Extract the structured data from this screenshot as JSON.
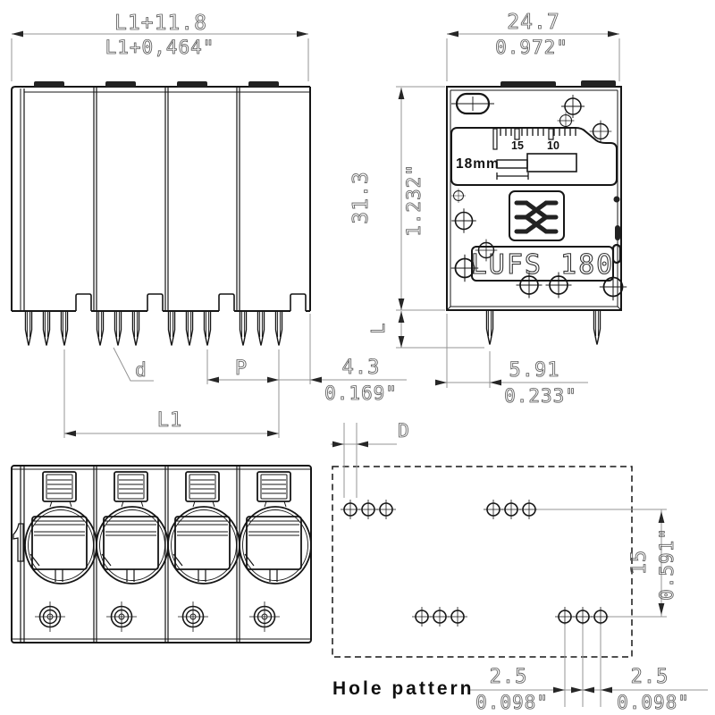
{
  "drawing": {
    "line_color": "#161616",
    "dim_color": "#949494",
    "background": "#ffffff"
  },
  "front": {
    "dim_overall_mm": "L1+11.8",
    "dim_overall_inch": "L1+0,464\"",
    "label_pin_diameter": "d",
    "label_pitch": "P",
    "label_length": "L1",
    "dim_end_offset_mm": "4.3",
    "dim_end_offset_inch": "0.169\""
  },
  "side": {
    "dim_depth_mm": "24.7",
    "dim_depth_inch": "0.972\"",
    "dim_height_mm": "31.3",
    "dim_height_inch": "1.232\"",
    "label_pin_length": "L",
    "dim_pin_position_mm": "5.91",
    "dim_pin_position_inch": "0.233\"",
    "marking_strip_length": "18mm",
    "scale_tick_15": "15",
    "scale_tick_10": "10",
    "product_marking": "LUFS 180"
  },
  "holes": {
    "caption": "Hole pattern",
    "label_hole_diameter": "D",
    "dim_row_spacing_mm": "15",
    "dim_row_spacing_inch": "0.591\"",
    "dim_pitch_left_mm": "2.5",
    "dim_pitch_left_inch": "0.098\"",
    "dim_pitch_right_mm": "2.5",
    "dim_pitch_right_inch": "0.098\""
  }
}
